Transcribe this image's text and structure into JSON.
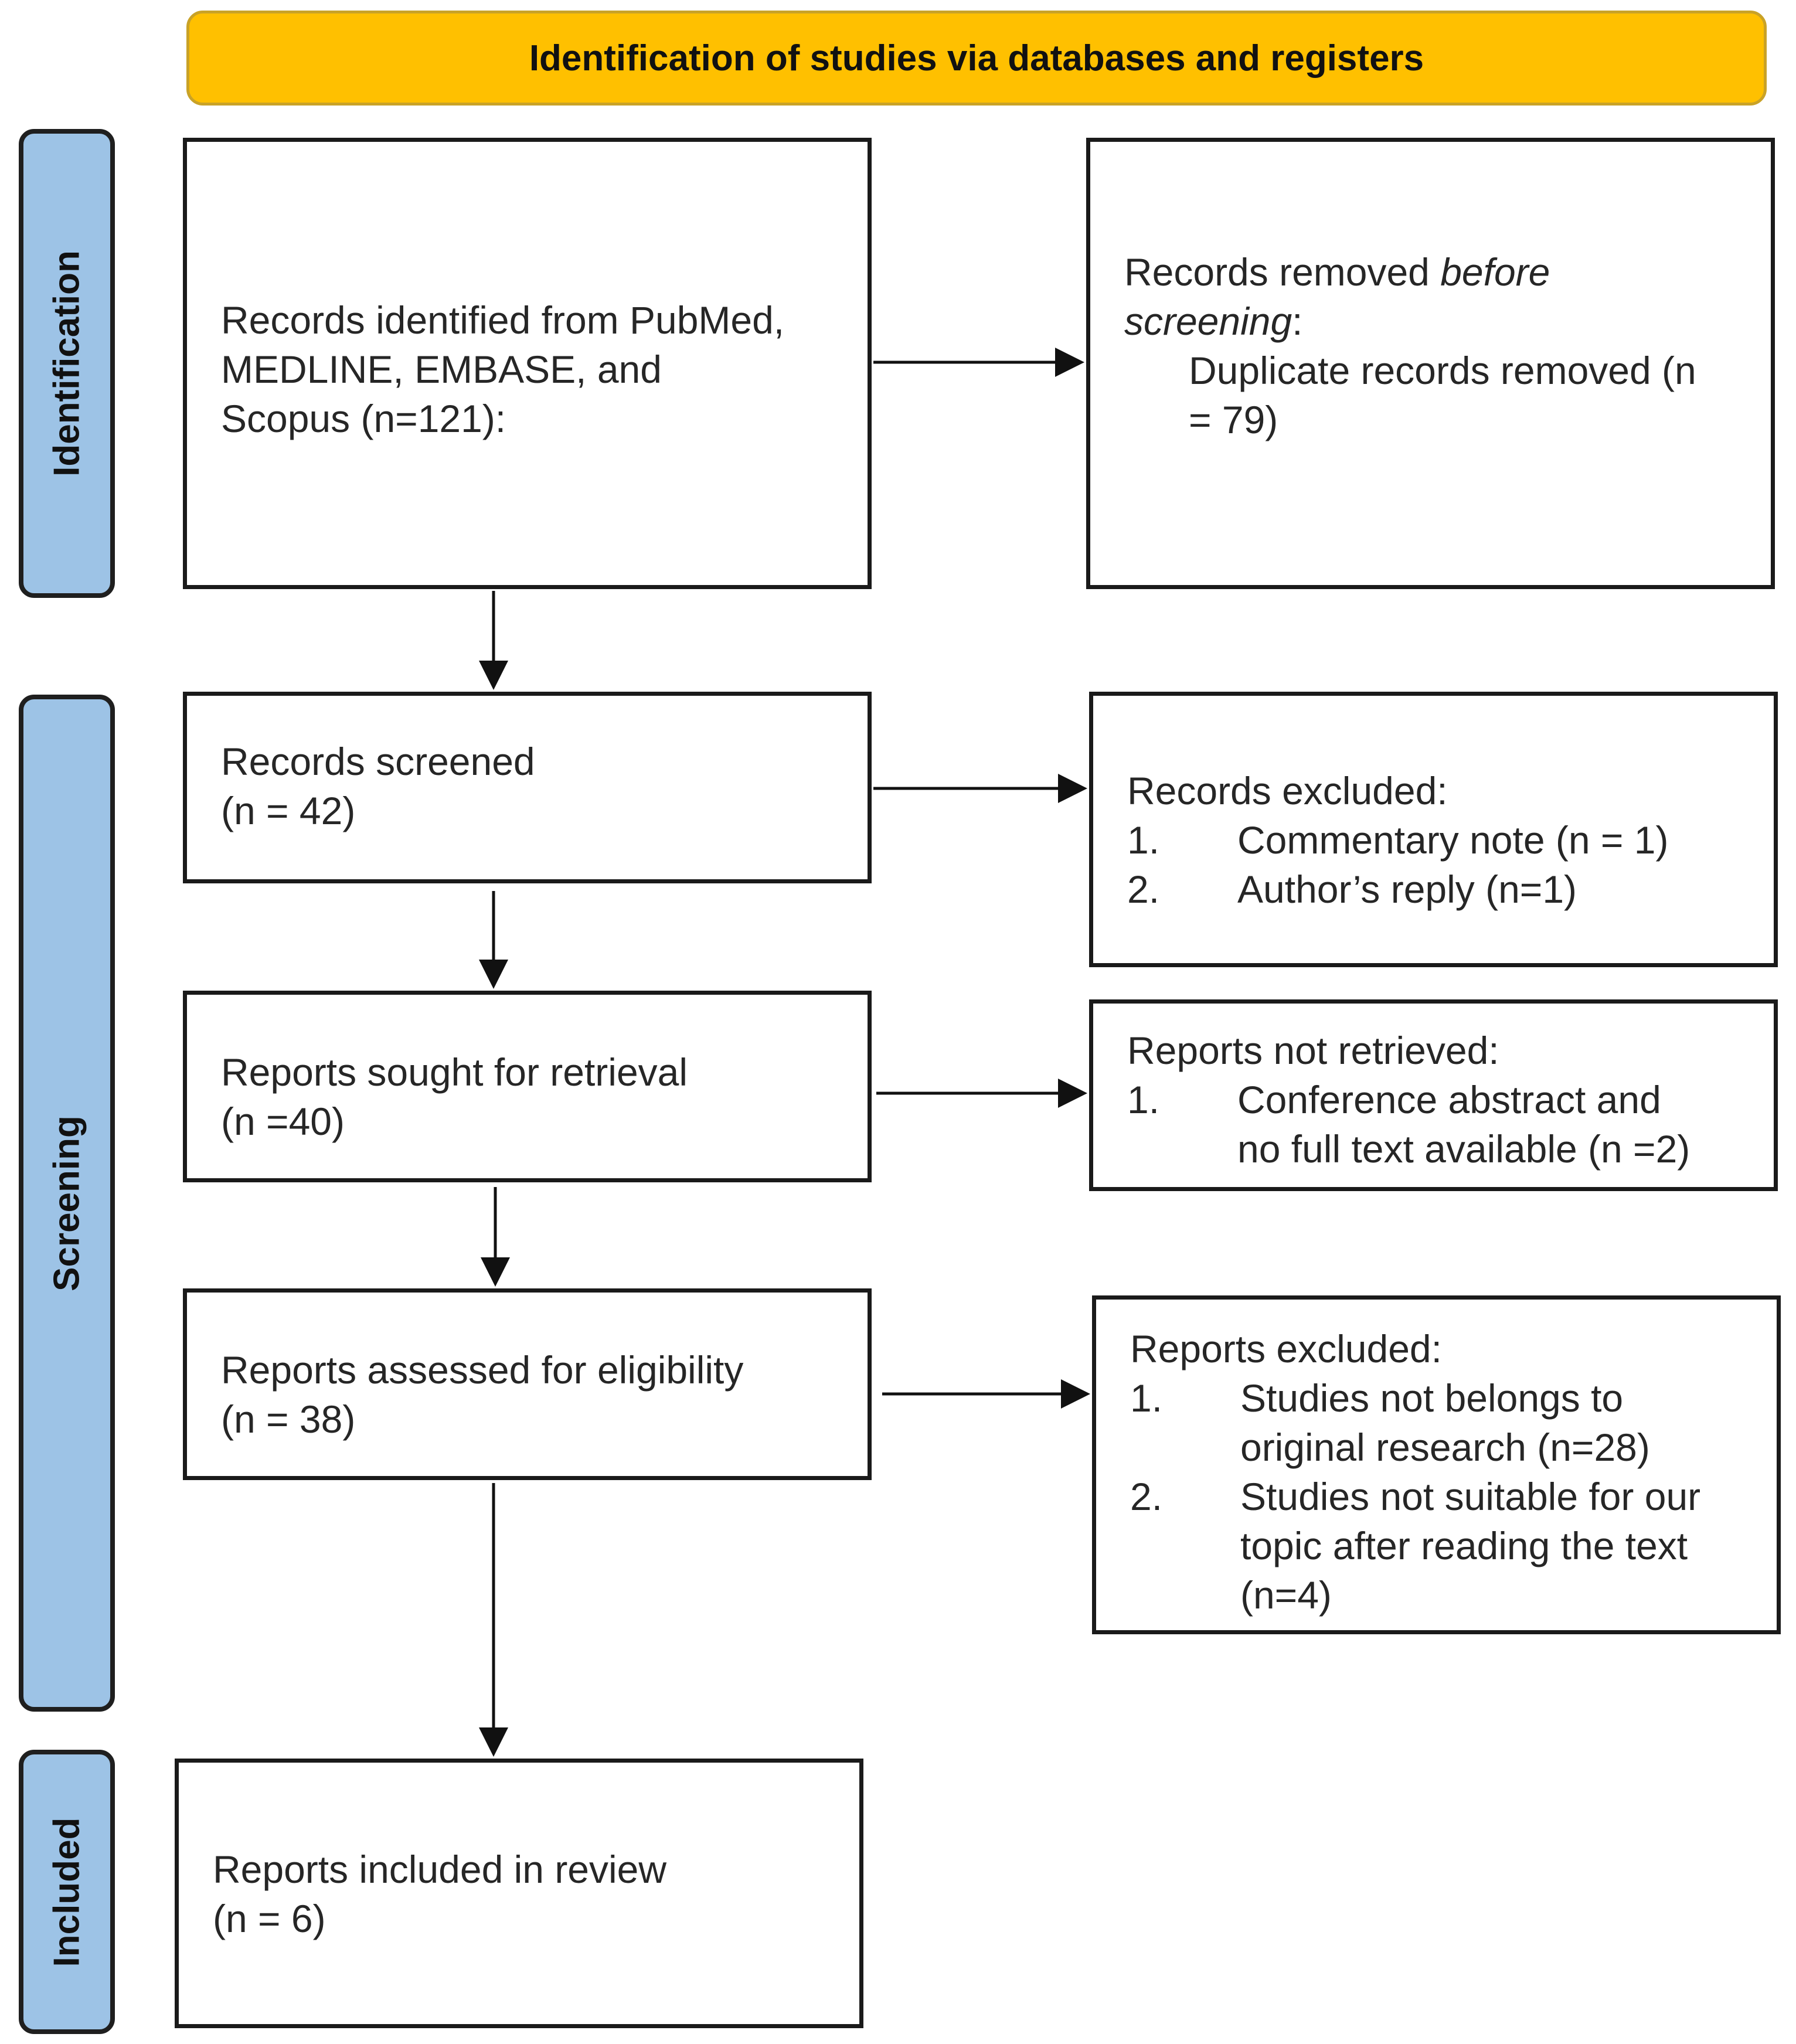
{
  "header": {
    "title": "Identification of studies via databases and registers"
  },
  "phases": {
    "identification": "Identification",
    "screening": "Screening",
    "included": "Included"
  },
  "boxes": {
    "records_identified": {
      "lines": [
        "Records identified from PubMed,",
        "MEDLINE, EMBASE, and",
        "Scopus (n=121):"
      ]
    },
    "records_removed": {
      "line1": "Records removed ",
      "line1_italic": "before",
      "line2_italic": "screening",
      "line2_rest": ":",
      "detail_lines": [
        "Duplicate records removed (n",
        "= 79)"
      ]
    },
    "records_screened": {
      "lines": [
        "Records screened",
        "(n = 42)"
      ]
    },
    "records_excluded": {
      "title": "Records excluded:",
      "items": [
        {
          "num": "1.",
          "lines": [
            "Commentary note (n = 1)"
          ]
        },
        {
          "num": "2.",
          "lines": [
            "Author’s reply (n=1)"
          ]
        }
      ]
    },
    "reports_sought": {
      "lines": [
        "Reports sought for retrieval",
        "(n =40)"
      ]
    },
    "reports_not_retrieved": {
      "title": "Reports not retrieved:",
      "items": [
        {
          "num": "1.",
          "lines": [
            "Conference abstract and",
            "no full text available (n =2)"
          ]
        }
      ]
    },
    "reports_assessed": {
      "lines": [
        "Reports assessed for eligibility",
        "(n = 38)"
      ]
    },
    "reports_excluded": {
      "title": "Reports excluded:",
      "items": [
        {
          "num": "1.",
          "lines": [
            "Studies not belongs to",
            "original research (n=28)"
          ]
        },
        {
          "num": "2.",
          "lines": [
            "Studies not suitable for our",
            "topic after reading the text",
            "(n=4)"
          ]
        }
      ]
    },
    "reports_included": {
      "lines": [
        "Reports included in review",
        "(n = 6)"
      ]
    }
  },
  "colors": {
    "header_fill": "#FFC000",
    "phase_fill": "#9DC3E6",
    "box_border": "#1a1a1a"
  }
}
